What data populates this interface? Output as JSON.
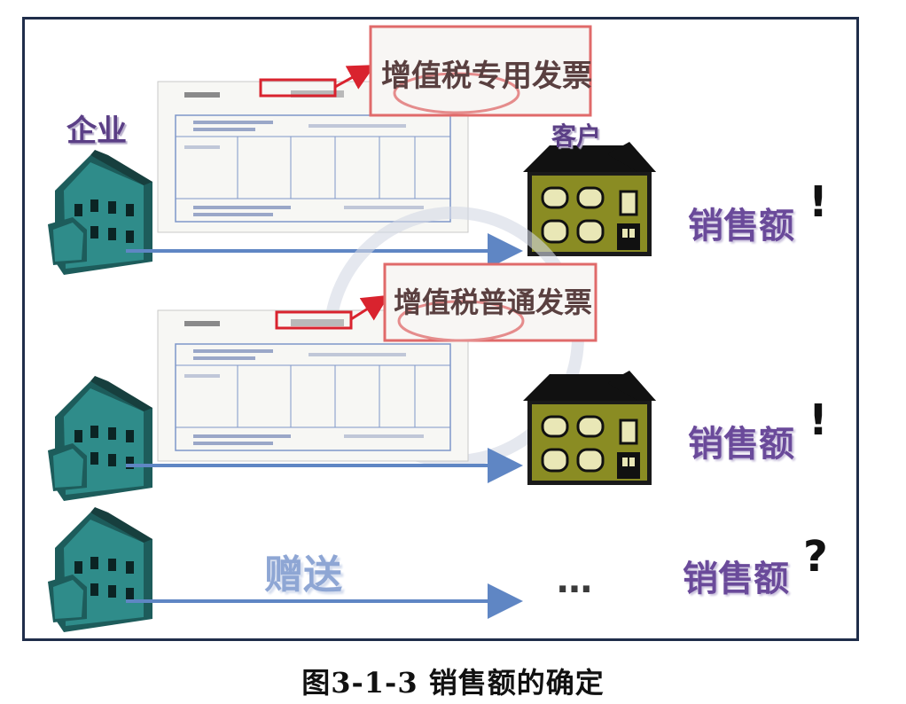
{
  "labels": {
    "company": "企业",
    "customer": "客户",
    "sales_1": "销售额",
    "sales_2": "销售额",
    "sales_3": "销售额",
    "mark_1": "!",
    "mark_2": "!",
    "mark_3": "?",
    "gift": "赠送",
    "ellipsis": "…"
  },
  "invoices": {
    "special_title": "增值税专用发票",
    "ordinary_title": "增值税普通发票"
  },
  "caption": "图3-1-3 销售额的确定",
  "colors": {
    "frame_border": "#1f2d4a",
    "arrow": "#5f86c4",
    "company_house": "#2f8c8a",
    "customer_house": "#7a7d1c",
    "text_purple": "#6a4a9a",
    "highlight_red": "#d9232e"
  }
}
